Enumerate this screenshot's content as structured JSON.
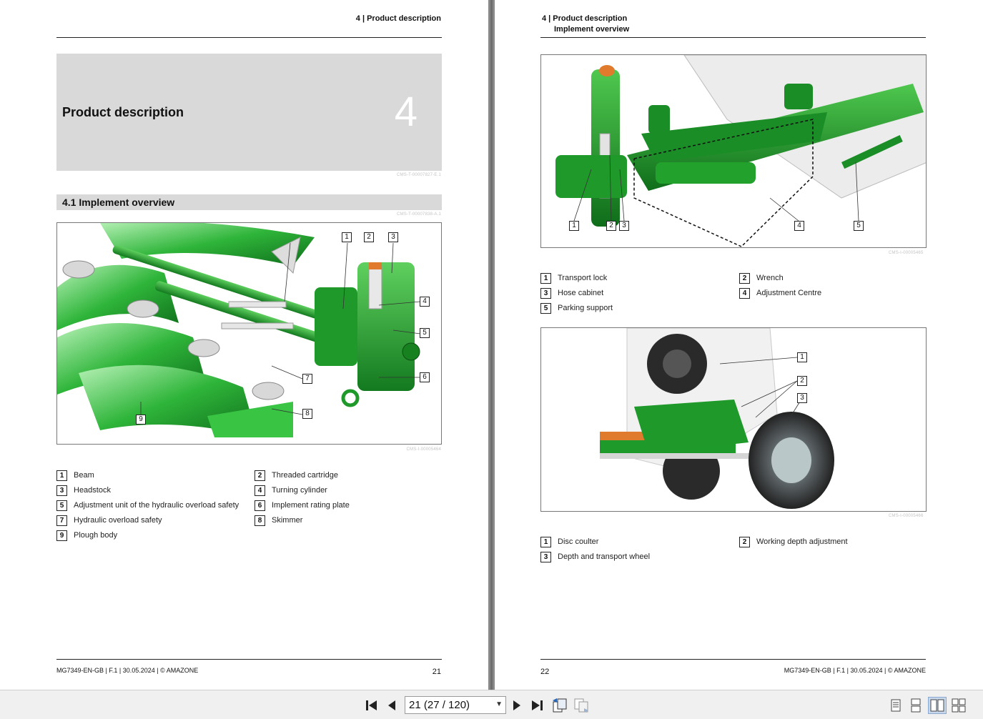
{
  "left_page": {
    "header": "4 | Product description",
    "chapter_title": "Product description",
    "chapter_number": "4",
    "chapter_ref": "CMS-T-00007827-E.1",
    "section_title": "4.1  Implement overview",
    "section_ref": "CMS-T-00007838-A.1",
    "figure_ref": "CMS-I-00005464",
    "callouts": [
      "1",
      "2",
      "3",
      "4",
      "5",
      "6",
      "7",
      "8",
      "9"
    ],
    "legend": [
      {
        "num": "1",
        "label": "Beam"
      },
      {
        "num": "2",
        "label": "Threaded cartridge"
      },
      {
        "num": "3",
        "label": "Headstock"
      },
      {
        "num": "4",
        "label": "Turning cylinder"
      },
      {
        "num": "5",
        "label": "Adjustment unit of the hydraulic overload safety"
      },
      {
        "num": "6",
        "label": "Implement rating plate"
      },
      {
        "num": "7",
        "label": "Hydraulic overload safety"
      },
      {
        "num": "8",
        "label": "Skimmer"
      },
      {
        "num": "9",
        "label": "Plough body"
      }
    ],
    "footer": "MG7349-EN-GB | F.1 | 30.05.2024 | © AMAZONE",
    "page_number": "21"
  },
  "right_page": {
    "header": "4 | Product description",
    "subheader": "Implement overview",
    "figure1_ref": "CMS-I-00005465",
    "figure1_callouts": [
      "1",
      "2",
      "3",
      "4",
      "5"
    ],
    "legend1": [
      {
        "num": "1",
        "label": "Transport lock"
      },
      {
        "num": "2",
        "label": "Wrench"
      },
      {
        "num": "3",
        "label": "Hose cabinet"
      },
      {
        "num": "4",
        "label": "Adjustment Centre"
      },
      {
        "num": "5",
        "label": "Parking support"
      }
    ],
    "figure2_ref": "CMS-I-00005466",
    "figure2_callouts": [
      "1",
      "2",
      "3"
    ],
    "legend2": [
      {
        "num": "1",
        "label": "Disc coulter"
      },
      {
        "num": "2",
        "label": "Working depth adjustment"
      },
      {
        "num": "3",
        "label": "Depth and transport wheel"
      }
    ],
    "footer": "MG7349-EN-GB | F.1 | 30.05.2024 | © AMAZONE",
    "page_number": "22"
  },
  "toolbar": {
    "page_field": "21 (27 / 120)",
    "icons": [
      "first-page-icon",
      "previous-page-icon",
      "next-page-icon",
      "last-page-icon",
      "go-back-view-icon",
      "go-forward-view-icon",
      "single-page-view-icon",
      "continuous-view-icon",
      "two-page-view-icon",
      "two-page-continuous-view-icon"
    ]
  },
  "colors": {
    "machine_green": "#1f9a2a",
    "gray_box": "#d9d9d9",
    "accent_orange": "#e07a2c"
  }
}
